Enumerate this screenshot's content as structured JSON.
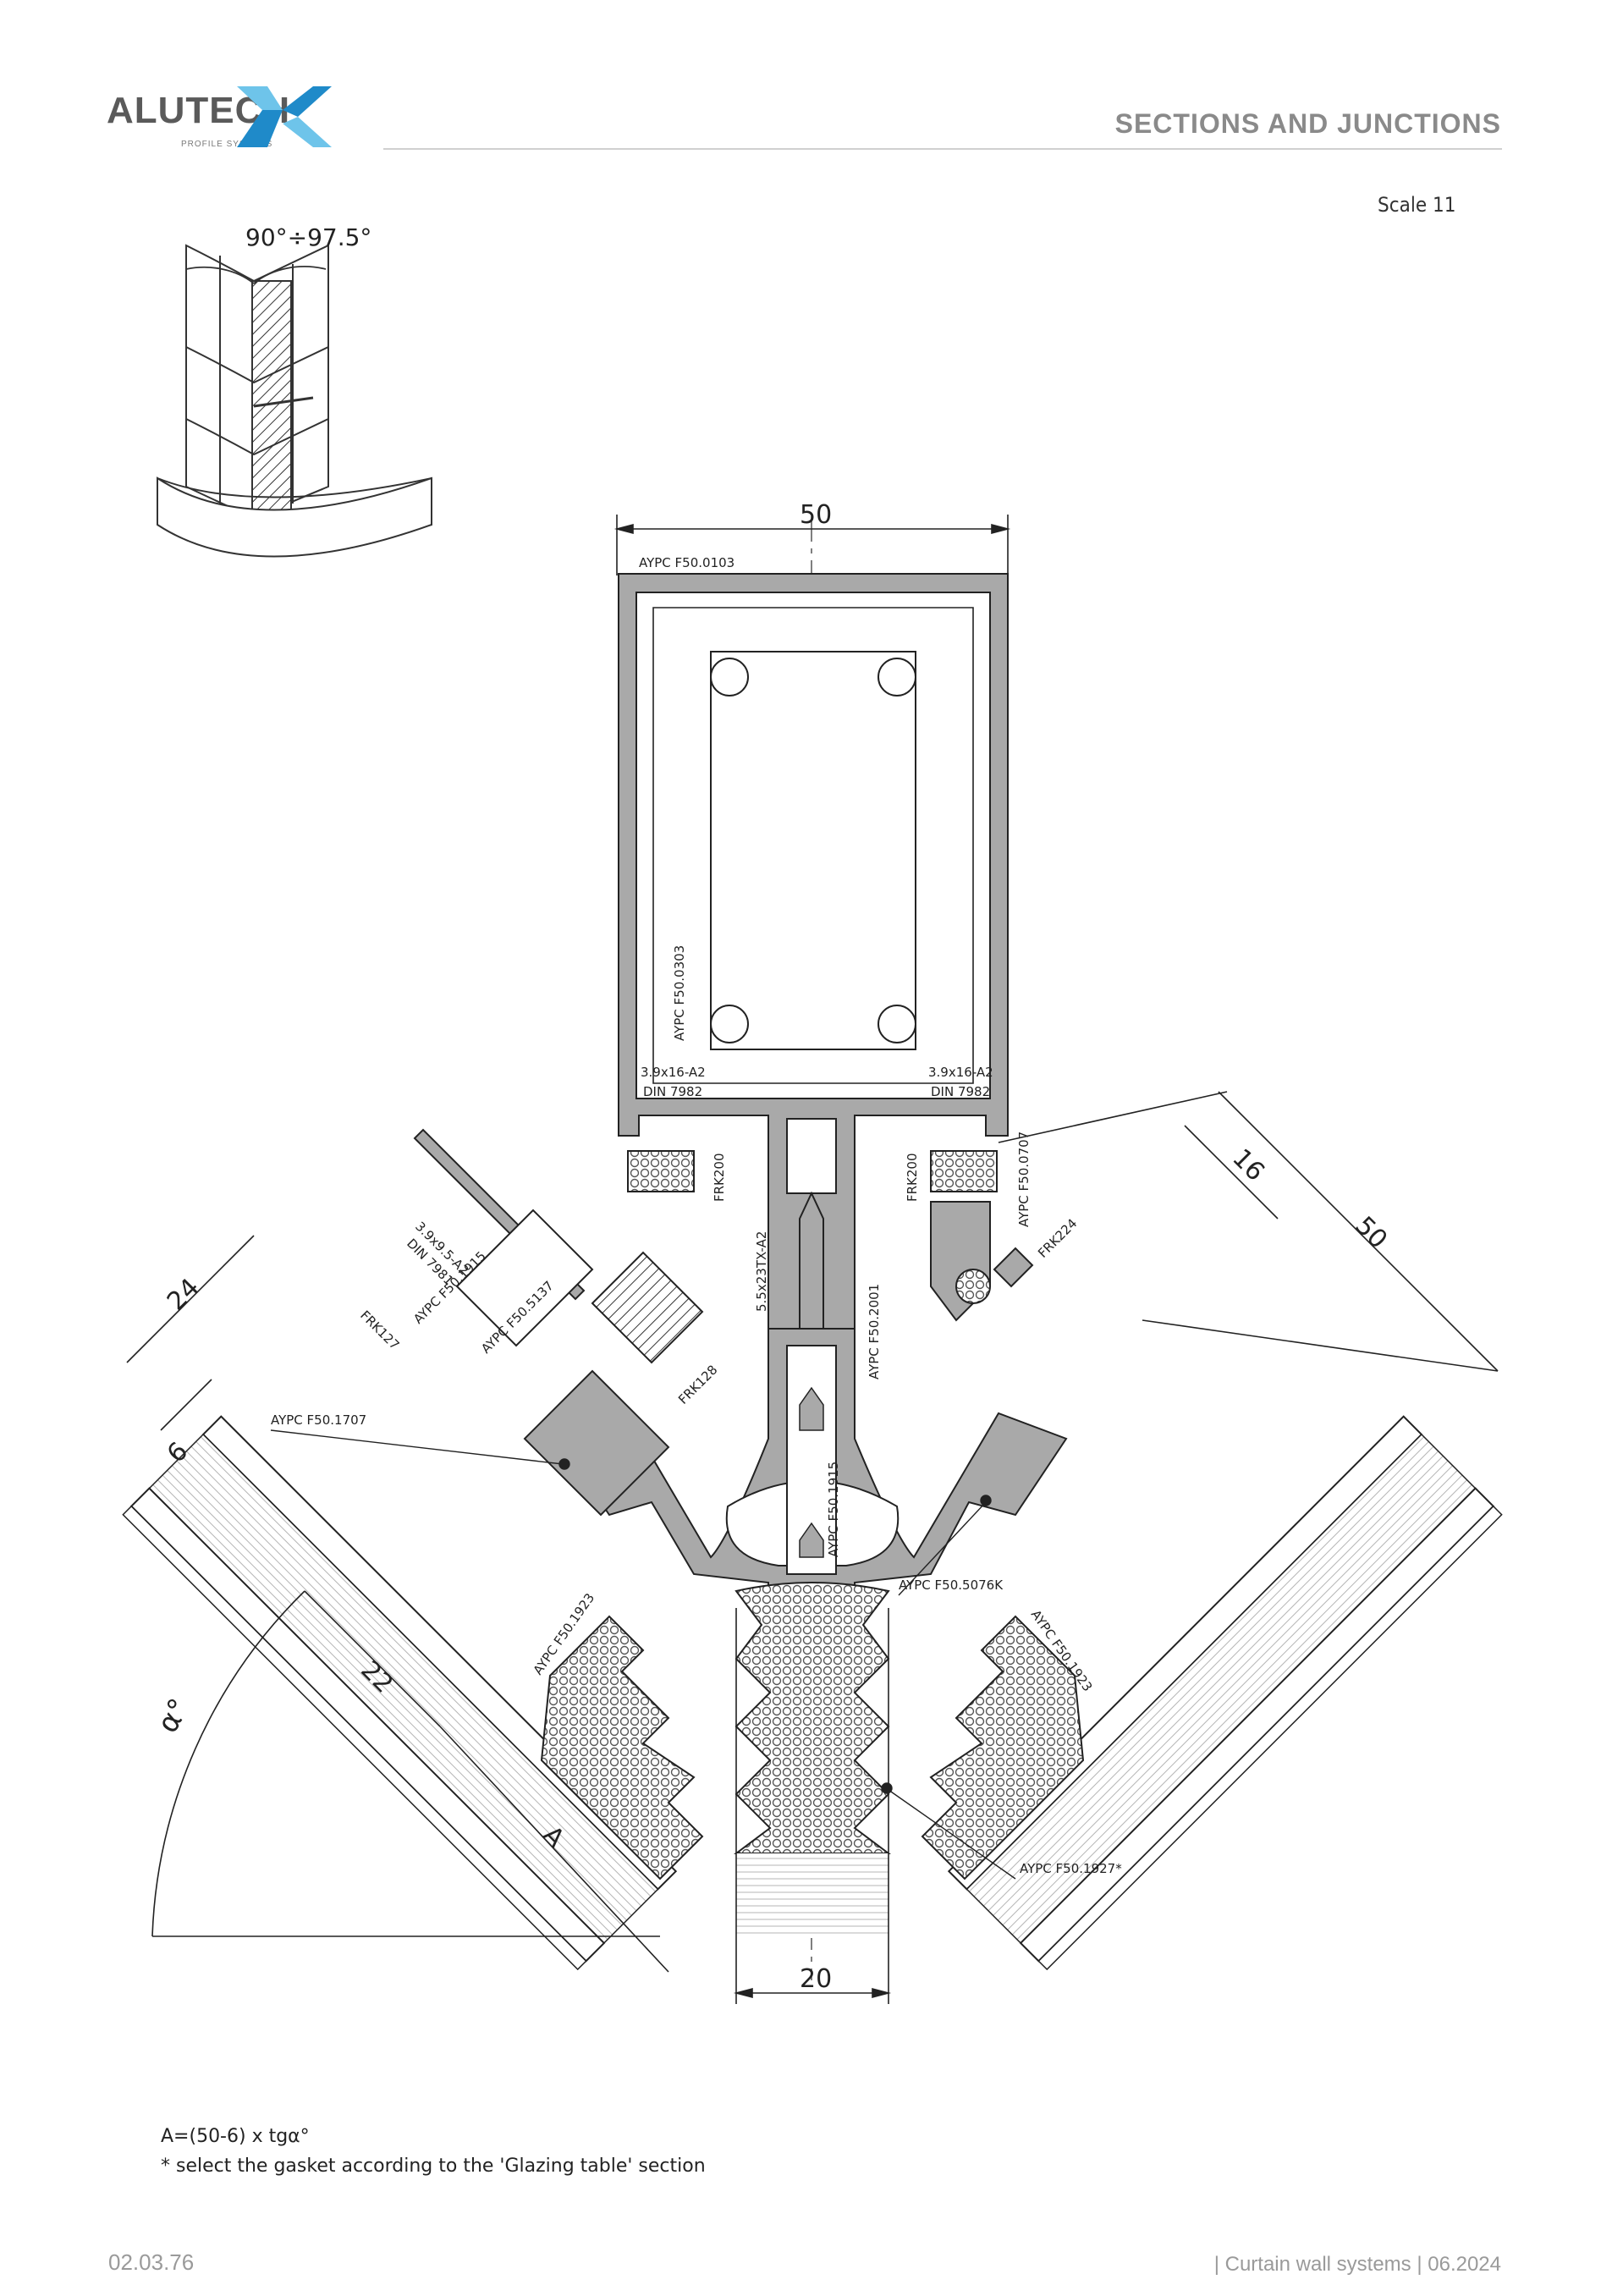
{
  "header": {
    "brand": "ALUTECH",
    "brand_sub": "PROFILE SYSTEMS",
    "title": "SECTIONS AND JUNCTIONS"
  },
  "scale_label": "Scale 11",
  "thumbnail": {
    "angle_label": "90°÷97.5°"
  },
  "dimensions": {
    "top_width": "50",
    "right_outer": "50",
    "right_inner": "16",
    "left_outer": "24",
    "left_inner": "6",
    "left_depth": "22",
    "bottom_width": "20",
    "angle": "α°",
    "length": "A"
  },
  "part_labels": {
    "profile_top": "AYPC F50.0103",
    "profile_inner": "AYPC F50.0303",
    "screw_left": "3.9x16-A2",
    "screw_left_std": "DIN 7982",
    "screw_right": "3.9x16-A2",
    "screw_right_std": "DIN 7982",
    "frk200_left": "FRK200",
    "frk200_right": "FRK200",
    "profile_right": "AYPC F50.0707",
    "frk224": "FRK224",
    "screw_side": "3.9x9.5-A2",
    "screw_side_std": "DIN 7981",
    "profile_1915_left": "AYPC F50.1915",
    "profile_5137": "AYPC F50.5137",
    "frk127": "FRK127",
    "frk128": "FRK128",
    "screw_center": "5.5x23TX-A2",
    "profile_2001": "AYPC F50.2001",
    "profile_1707": "AYPC F50.1707",
    "profile_1915_center": "AYPC F50.1915",
    "profile_5076k": "AYPC F50.5076K",
    "gasket_left": "AYPC F50.1923",
    "gasket_right": "AYPC F50.1923",
    "gasket_center": "AYPC F50.1927*"
  },
  "notes": {
    "formula": "A=(50-6) x tgα°",
    "gasket_note": "* select the gasket according to the 'Glazing table' section"
  },
  "footer": {
    "page_code": "02.03.76",
    "doc_info": "| Curtain wall systems | 06.2024"
  },
  "colors": {
    "brand_blue": "#1f8ac9",
    "profile_fill": "#a9a9a9",
    "line": "#222222"
  }
}
